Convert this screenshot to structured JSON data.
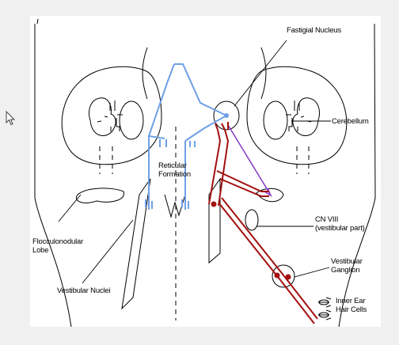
{
  "labels": {
    "fastigial_nucleus": "Fastigial Nucleus",
    "cerebellum": "Cerebellum",
    "reticular_formation_1": "Reticular",
    "reticular_formation_2": "Formation",
    "cn_viii_1": "CN VIII",
    "cn_viii_2": "(vestibular part)",
    "flocculonodular_1": "Flocculonodular",
    "flocculonodular_2": "Lobe",
    "vestibular_ganglion_1": "Vestibular",
    "vestibular_ganglion_2": "Ganglion",
    "vestibular_nuclei": "Vestibular Nuclei",
    "inner_ear_1": "Inner Ear",
    "inner_ear_2": "Hair Cells"
  },
  "colors": {
    "blue_pathway": "#6e9fe6",
    "red_pathway": "#a30f0f",
    "purple_pathway": "#8a3fc4",
    "outline": "#000000",
    "page_background": "#f0f0f0",
    "panel_background": "#ffffff"
  },
  "icons": {
    "cursor": "mouse-pointer-icon",
    "hair_cells": "hair-cell-icon"
  }
}
